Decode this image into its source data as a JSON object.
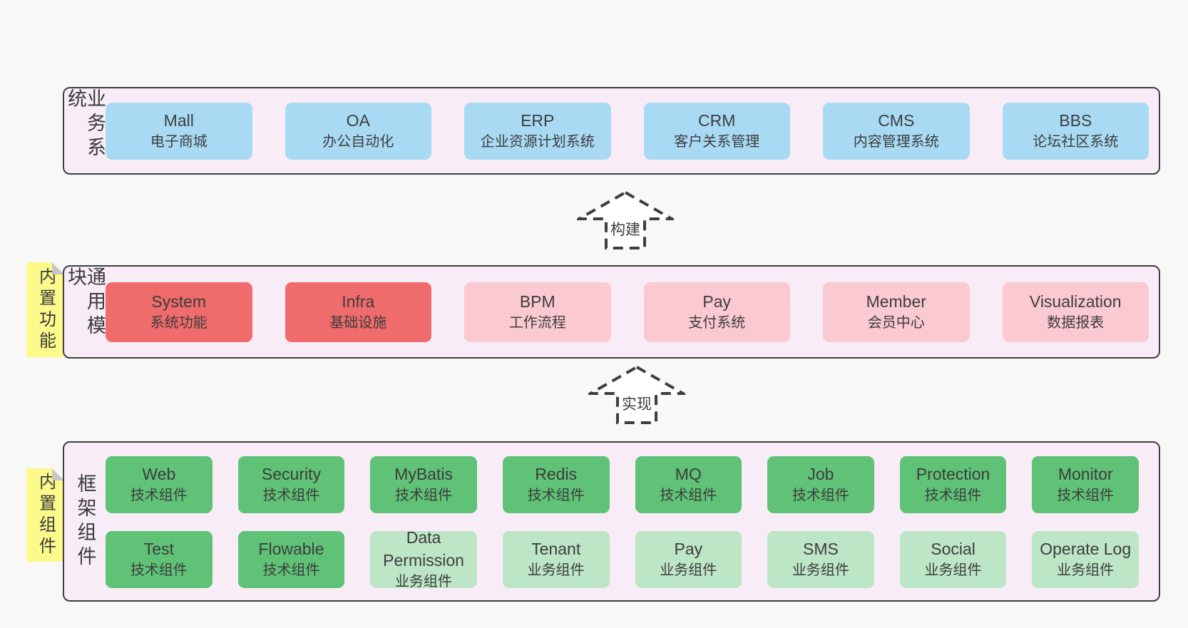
{
  "colors": {
    "page_bg": "#f8f8f8",
    "band_bg": "#f8edf7",
    "band_border": "#3f3f3f",
    "blue": "#a9daf4",
    "red": "#f06b6b",
    "pink": "#fbc9d2",
    "green": "#5fc277",
    "light_green": "#bde6c6",
    "note_yellow": "#fbfa8b",
    "text": "#3d3d3d"
  },
  "arrow1": {
    "label": "构建"
  },
  "arrow2": {
    "label": "实现"
  },
  "band1": {
    "label": "业务系统",
    "boxes": [
      {
        "title": "Mall",
        "subtitle": "电子商城",
        "variant": "blue"
      },
      {
        "title": "OA",
        "subtitle": "办公自动化",
        "variant": "blue"
      },
      {
        "title": "ERP",
        "subtitle": "企业资源计划系统",
        "variant": "blue"
      },
      {
        "title": "CRM",
        "subtitle": "客户关系管理",
        "variant": "blue"
      },
      {
        "title": "CMS",
        "subtitle": "内容管理系统",
        "variant": "blue"
      },
      {
        "title": "BBS",
        "subtitle": "论坛社区系统",
        "variant": "blue"
      }
    ]
  },
  "band2": {
    "label": "通用模块",
    "note": "内置功能",
    "boxes": [
      {
        "title": "System",
        "subtitle": "系统功能",
        "variant": "red"
      },
      {
        "title": "Infra",
        "subtitle": "基础设施",
        "variant": "red"
      },
      {
        "title": "BPM",
        "subtitle": "工作流程",
        "variant": "pink"
      },
      {
        "title": "Pay",
        "subtitle": "支付系统",
        "variant": "pink"
      },
      {
        "title": "Member",
        "subtitle": "会员中心",
        "variant": "pink"
      },
      {
        "title": "Visualization",
        "subtitle": "数据报表",
        "variant": "pink"
      }
    ]
  },
  "band3": {
    "label": "框架组件",
    "note": "内置组件",
    "row1": [
      {
        "title": "Web",
        "subtitle": "技术组件",
        "variant": "green"
      },
      {
        "title": "Security",
        "subtitle": "技术组件",
        "variant": "green"
      },
      {
        "title": "MyBatis",
        "subtitle": "技术组件",
        "variant": "green"
      },
      {
        "title": "Redis",
        "subtitle": "技术组件",
        "variant": "green"
      },
      {
        "title": "MQ",
        "subtitle": "技术组件",
        "variant": "green"
      },
      {
        "title": "Job",
        "subtitle": "技术组件",
        "variant": "green"
      },
      {
        "title": "Protection",
        "subtitle": "技术组件",
        "variant": "green"
      },
      {
        "title": "Monitor",
        "subtitle": "技术组件",
        "variant": "green"
      }
    ],
    "row2": [
      {
        "title": "Test",
        "subtitle": "技术组件",
        "variant": "green"
      },
      {
        "title": "Flowable",
        "subtitle": "技术组件",
        "variant": "green"
      },
      {
        "title": "Data Permission",
        "subtitle": "业务组件",
        "variant": "light_green"
      },
      {
        "title": "Tenant",
        "subtitle": "业务组件",
        "variant": "light_green"
      },
      {
        "title": "Pay",
        "subtitle": "业务组件",
        "variant": "light_green"
      },
      {
        "title": "SMS",
        "subtitle": "业务组件",
        "variant": "light_green"
      },
      {
        "title": "Social",
        "subtitle": "业务组件",
        "variant": "light_green"
      },
      {
        "title": "Operate Log",
        "subtitle": "业务组件",
        "variant": "light_green"
      }
    ]
  }
}
